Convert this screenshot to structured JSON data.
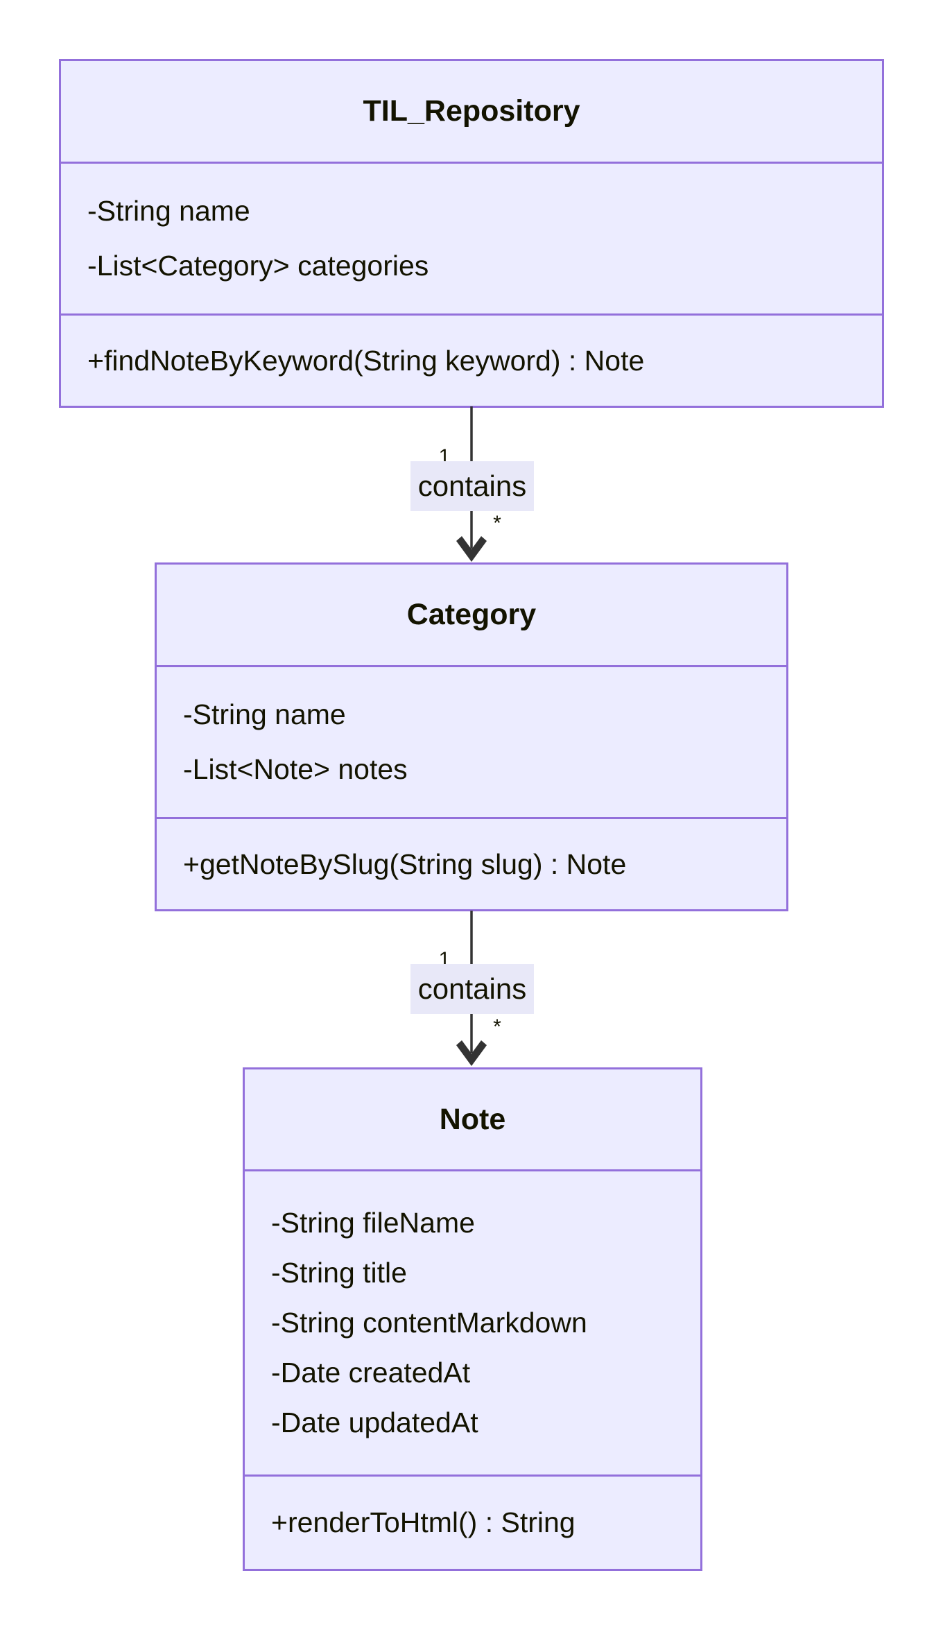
{
  "diagram": {
    "kind": "uml-class-diagram",
    "classes": [
      {
        "name": "TIL_Repository",
        "attributes": [
          "-String name",
          "-List<Category> categories"
        ],
        "methods": [
          "+findNoteByKeyword(String keyword) : Note"
        ]
      },
      {
        "name": "Category",
        "attributes": [
          "-String name",
          "-List<Note> notes"
        ],
        "methods": [
          "+getNoteBySlug(String slug) : Note"
        ]
      },
      {
        "name": "Note",
        "attributes": [
          "-String fileName",
          "-String title",
          "-String contentMarkdown",
          "-Date createdAt",
          "-Date updatedAt"
        ],
        "methods": [
          "+renderToHtml() : String"
        ]
      }
    ],
    "relationships": [
      {
        "from": "TIL_Repository",
        "to": "Category",
        "label": "contains",
        "from_cardinality": "1",
        "to_cardinality": "*",
        "arrow": "solid-line-open-arrowhead"
      },
      {
        "from": "Category",
        "to": "Note",
        "label": "contains",
        "from_cardinality": "1",
        "to_cardinality": "*",
        "arrow": "solid-line-open-arrowhead"
      }
    ],
    "colors": {
      "class_fill": "#ECECFF",
      "class_border": "#9370DB",
      "relation_line": "#333333",
      "text": "#131300",
      "edge_label_background": "#E8E8F8",
      "background": "#FFFFFF"
    }
  }
}
